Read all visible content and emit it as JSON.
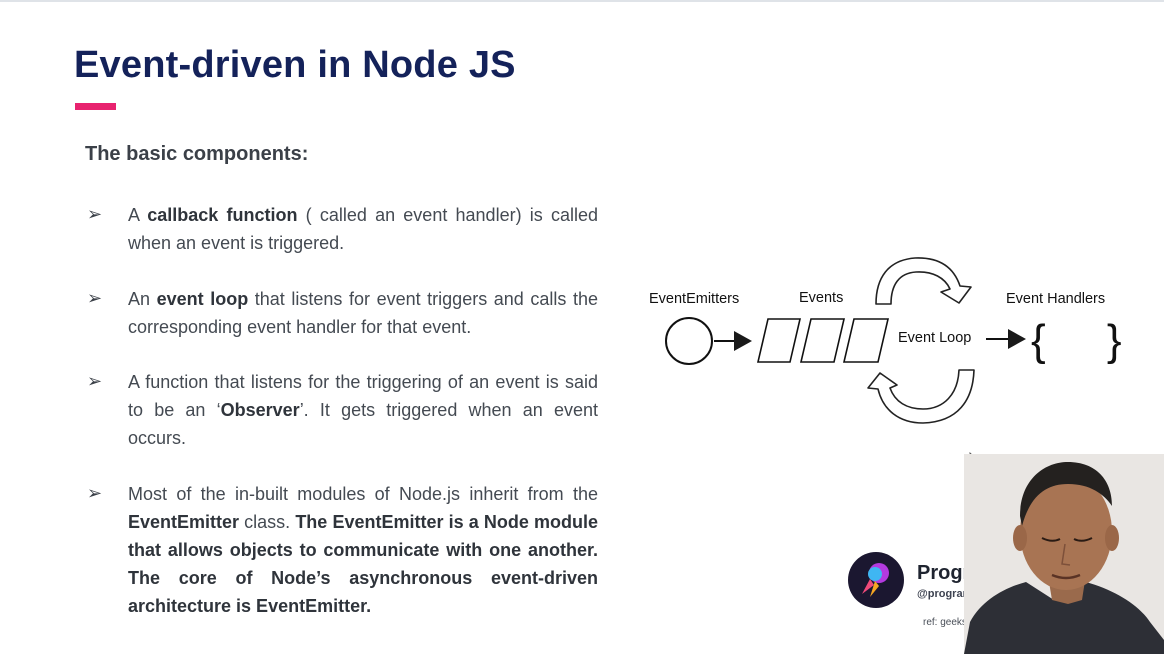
{
  "slide": {
    "title": "Event-driven in Node JS",
    "accent_color": "#e8236f",
    "title_color": "#14225a",
    "subtitle": "The basic components:",
    "bullet_marker": "➢",
    "bullets": [
      {
        "segments": [
          {
            "text": "A ",
            "bold": false
          },
          {
            "text": "callback function",
            "bold": true
          },
          {
            "text": " ( called an event handler) is called when an event is triggered.",
            "bold": false
          }
        ]
      },
      {
        "segments": [
          {
            "text": "An ",
            "bold": false
          },
          {
            "text": "event loop",
            "bold": true
          },
          {
            "text": " that listens for event triggers and calls the corresponding event handler for that event.",
            "bold": false
          }
        ]
      },
      {
        "segments": [
          {
            "text": "A function that listens for the triggering of an event is said to be an ‘",
            "bold": false
          },
          {
            "text": "Observer",
            "bold": true
          },
          {
            "text": "’. It gets triggered when an event occurs.",
            "bold": false
          }
        ]
      },
      {
        "segments": [
          {
            "text": "Most of the in-built modules of Node.js inherit from the ",
            "bold": false
          },
          {
            "text": "EventEmitter",
            "bold": true
          },
          {
            "text": " class. ",
            "bold": false
          },
          {
            "text": "The EventEmitter is a Node module that allows objects to communicate with one another. The core of Node’s asynchronous event-driven architecture is EventEmitter.",
            "bold": true
          }
        ]
      }
    ]
  },
  "diagram": {
    "emitters_label": "EventEmitters",
    "events_label": "Events",
    "loop_label": "Event Loop",
    "handlers_label": "Event Handlers",
    "handlers_braces": "{     }"
  },
  "overlay": {
    "channel_name": "Programmin",
    "channel_handle": "@programminghe",
    "ref_note": "ref: geeksfo"
  }
}
